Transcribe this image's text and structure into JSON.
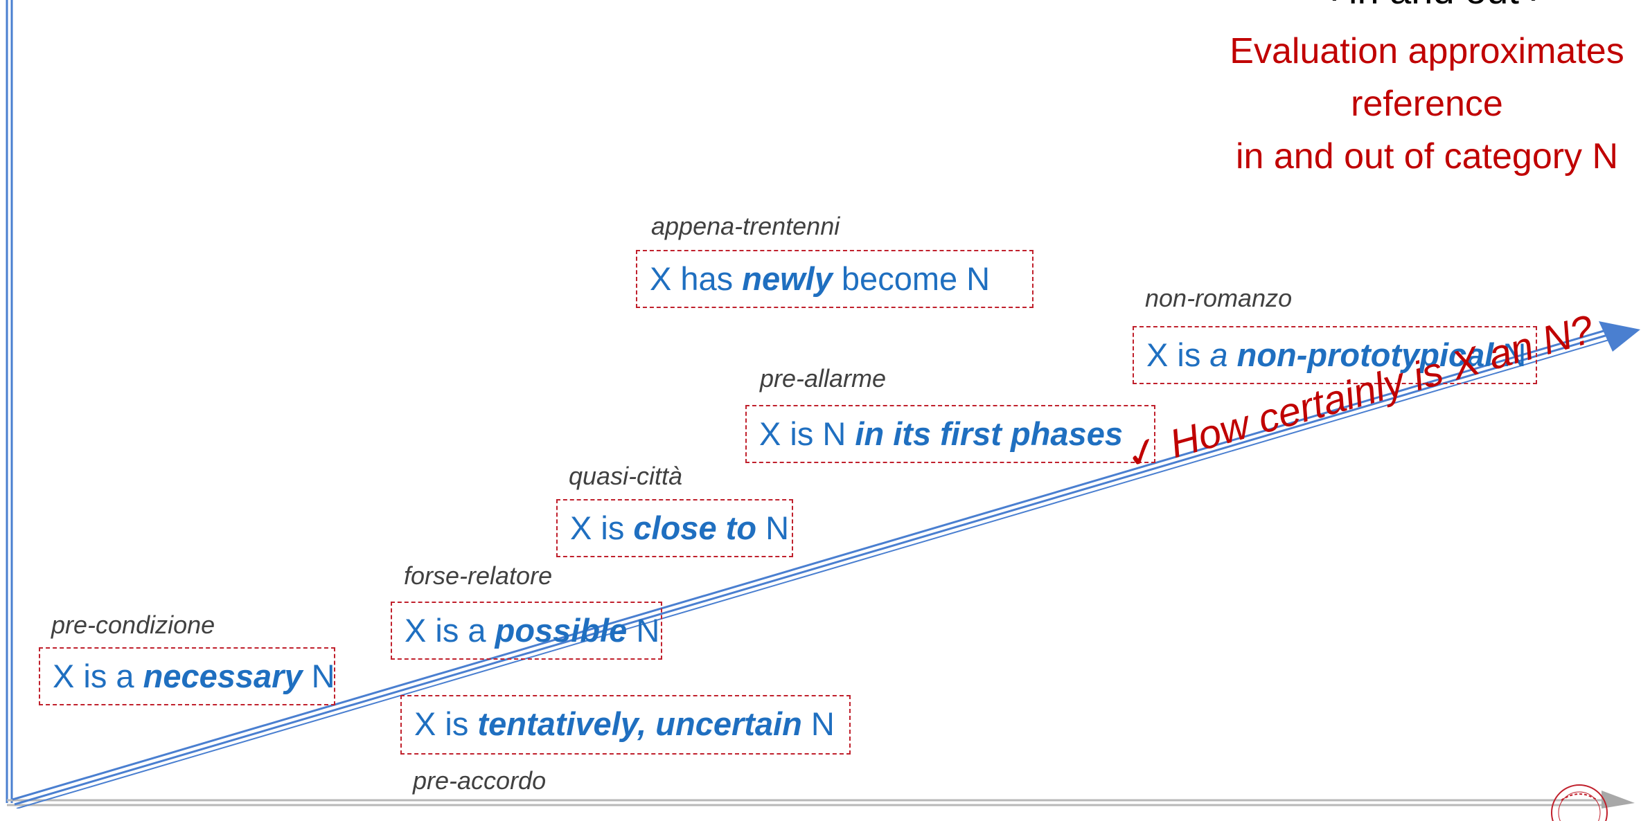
{
  "header": {
    "partial_title": "‹ in and out ›",
    "evaluation_lines": [
      "Evaluation approximates",
      "reference",
      "in and out of category N"
    ]
  },
  "question": {
    "check": "✓",
    "text": "How certainly is X an N?"
  },
  "items": [
    {
      "example": "pre-condizione",
      "pre": "X is a ",
      "emph": "necessary",
      "post": " N"
    },
    {
      "example": "pre-accordo",
      "pre": "X is ",
      "emph": "tentatively, uncertain",
      "post": " N"
    },
    {
      "example": "forse-relatore",
      "pre": "X is a ",
      "emph": "possible",
      "post": " N"
    },
    {
      "example": "quasi-città",
      "pre": "X is ",
      "emph": "close to",
      "post": " N"
    },
    {
      "example": "pre-allarme",
      "pre": "X is N ",
      "emph": "in its first phases",
      "post": ""
    },
    {
      "example": "appena-trentenni",
      "pre": "X has ",
      "emph": "newly",
      "post": " become N"
    },
    {
      "example": "non-romanzo",
      "pre": "X is ",
      "pre_italic": "a",
      "emph": "non-prototypical",
      "post": " N"
    }
  ],
  "colors": {
    "axis": "#4a7fd0",
    "box_border": "#c0202c",
    "item_text": "#1f6fc0",
    "accent_red": "#c00000",
    "label_gray": "#404040"
  }
}
